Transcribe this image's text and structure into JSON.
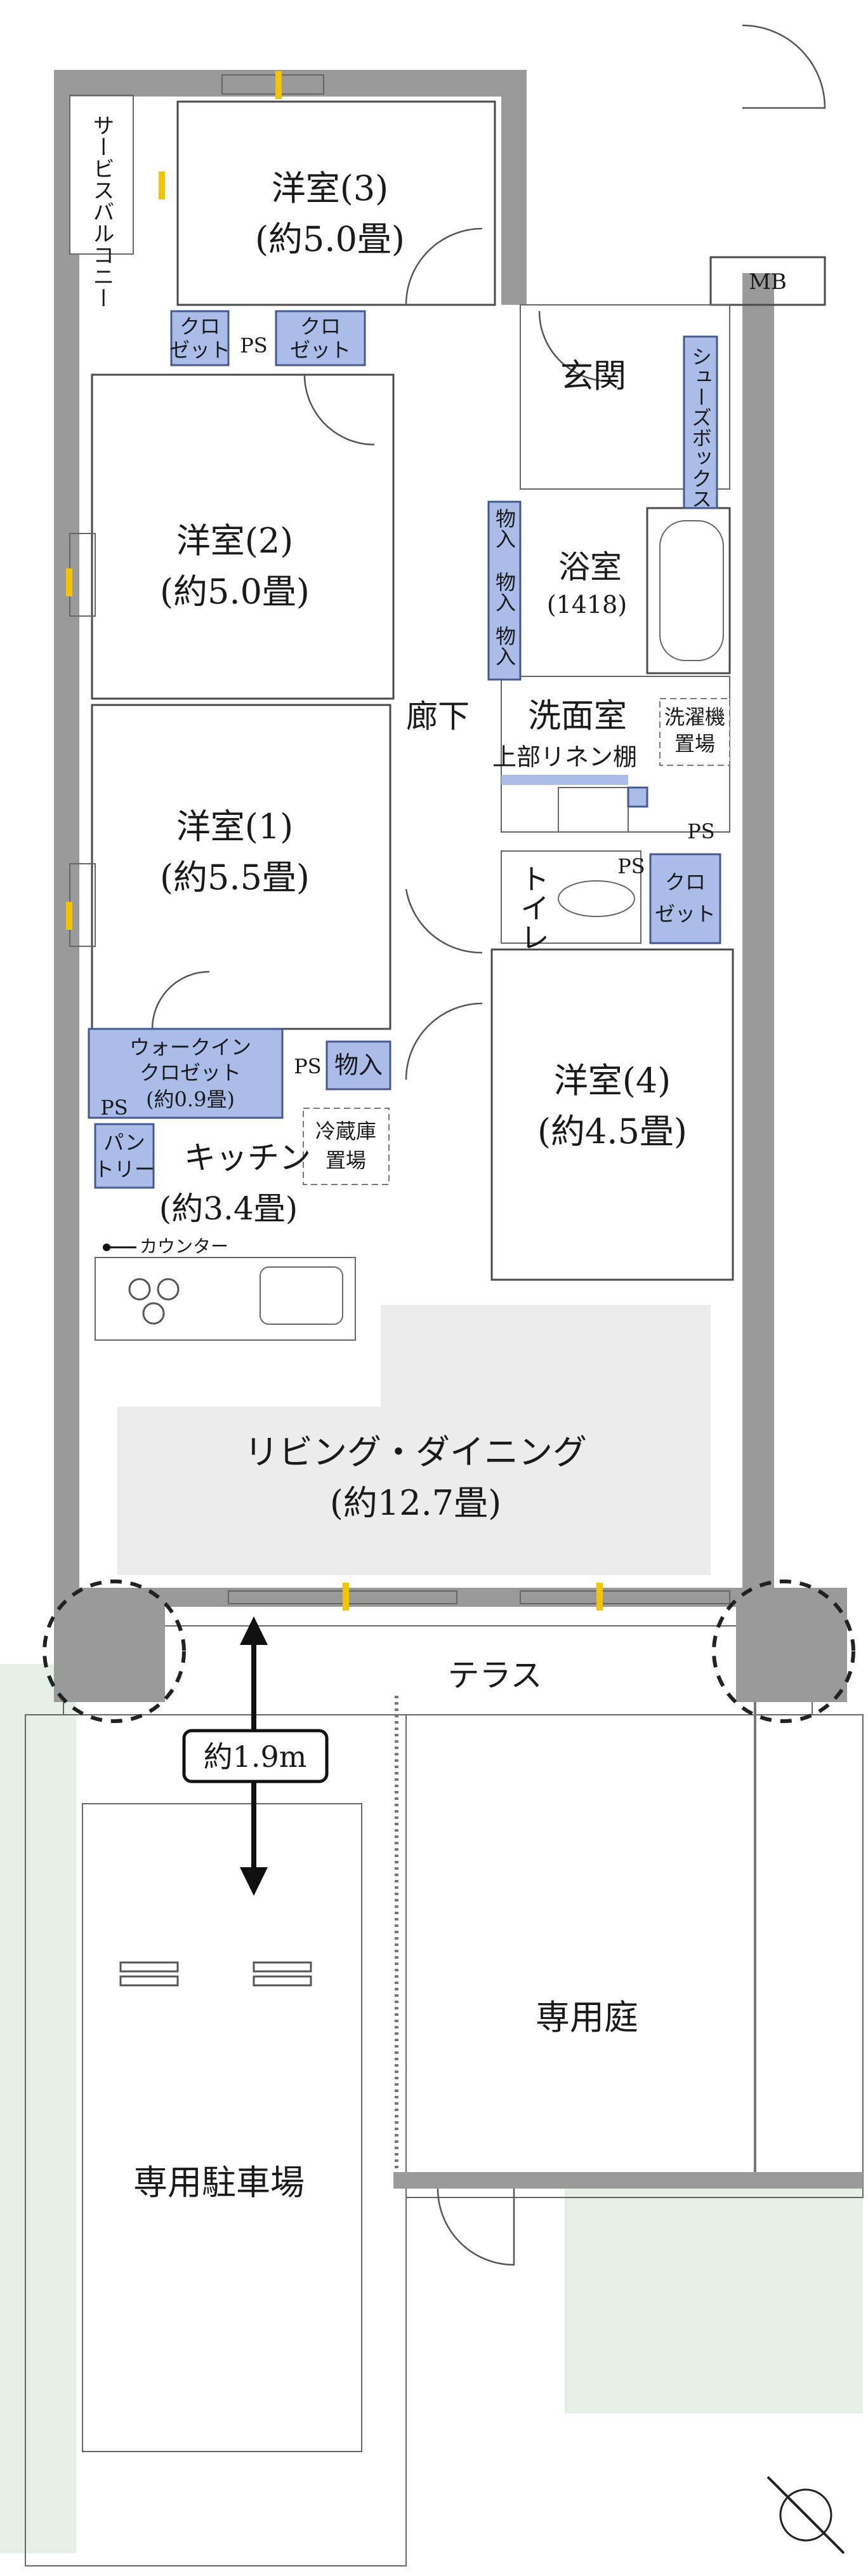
{
  "colors": {
    "wall": "#9a9a9a",
    "storage_fill": "#a9bde8",
    "storage_stroke": "#45588f",
    "living_floor": "#ececec",
    "lawn": "#e4efe6",
    "window_mark": "#f5c400"
  },
  "rooms": {
    "service_balcony": "サービスバルコニー",
    "bedroom3": {
      "name": "洋室(3)",
      "size": "(約5.0畳)"
    },
    "bedroom2": {
      "name": "洋室(2)",
      "size": "(約5.0畳)"
    },
    "bedroom1": {
      "name": "洋室(1)",
      "size": "(約5.5畳)"
    },
    "bedroom4": {
      "name": "洋室(4)",
      "size": "(約4.5畳)"
    },
    "kitchen": {
      "name": "キッチン",
      "size": "(約3.4畳)"
    },
    "living": {
      "name": "リビング・ダイニング",
      "size": "(約12.7畳)"
    },
    "entrance": "玄関",
    "bathroom": {
      "name": "浴室",
      "size": "(1418)"
    },
    "washroom": "洗面室",
    "linen_shelf": "上部リネン棚",
    "toilet": "トイレ",
    "hallway": "廊下",
    "terrace": "テラス",
    "garden": "専用庭",
    "parking": "専用駐車場"
  },
  "storage": {
    "closet": [
      "クロ",
      "ゼット"
    ],
    "shoebox": "シューズボックス",
    "storeroom": "物入",
    "walkin": [
      "ウォークイン",
      "クロゼット",
      "(約0.9畳)"
    ],
    "pantry": [
      "パン",
      "トリー"
    ],
    "fridge": [
      "冷蔵庫",
      "置場"
    ],
    "washer": [
      "洗濯機",
      "置場"
    ]
  },
  "labels": {
    "ps": "PS",
    "mb": "MB",
    "counter": "カウンター",
    "clearance": "約1.9m"
  }
}
